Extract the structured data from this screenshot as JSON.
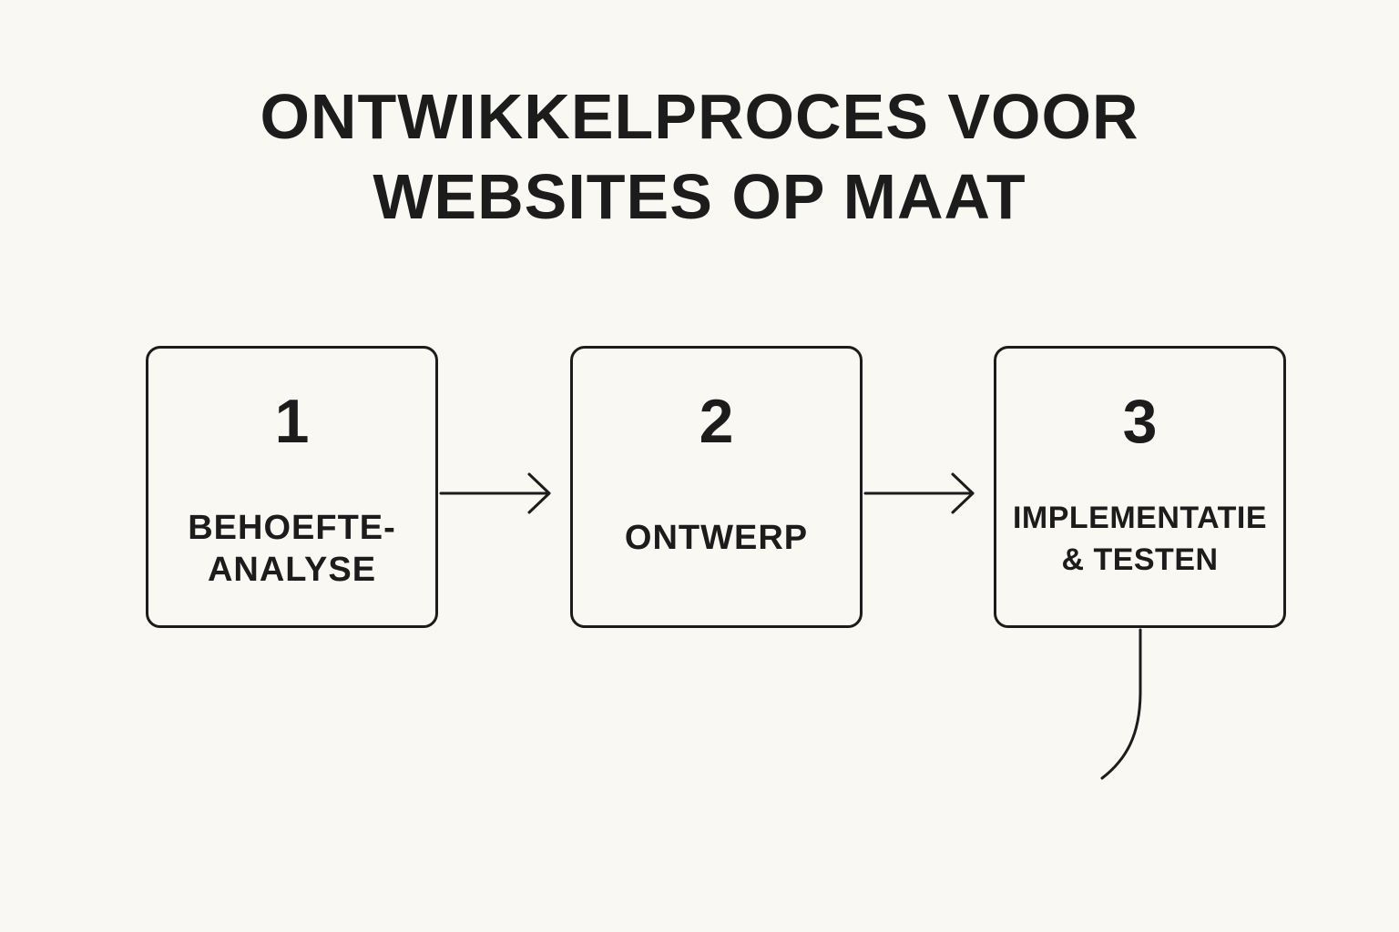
{
  "colors": {
    "background": "#faf8f3",
    "ink": "#1c1c1c"
  },
  "title": {
    "line1": "ONTWIKKELPROCES VOOR",
    "line2": "WEBSITES OP MAAT"
  },
  "steps": [
    {
      "number": "1",
      "label_lines": [
        "BEHOEFTE-",
        "ANALYSE"
      ]
    },
    {
      "number": "2",
      "label_lines": [
        "ONTWERP"
      ]
    },
    {
      "number": "3",
      "label_lines": [
        "IMPLEMENTATIE",
        "& TESTEN"
      ]
    }
  ]
}
